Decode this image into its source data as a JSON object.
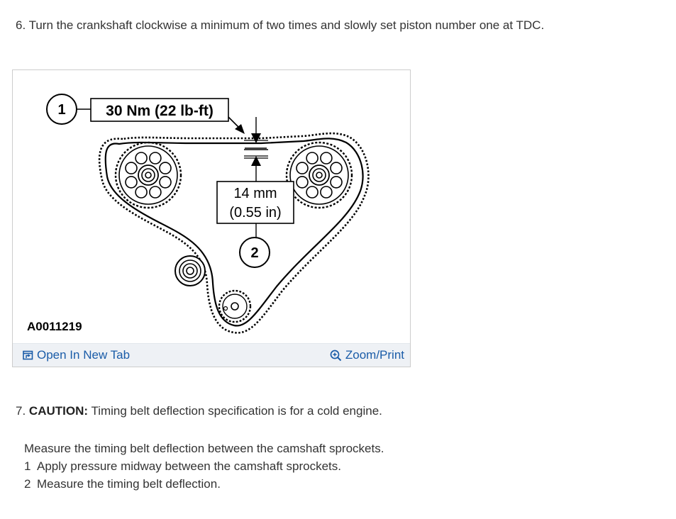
{
  "step6": {
    "text": "6. Turn the crankshaft clockwise a minimum of two times and slowly set piston number one at TDC."
  },
  "figure": {
    "callout_1_number": "1",
    "callout_1_text": "30 Nm (22 lb-ft)",
    "deflection_line1": "14 mm",
    "deflection_line2": "(0.55 in)",
    "callout_2_number": "2",
    "figure_id": "A0011219",
    "open_new_tab_label": "Open In New Tab",
    "zoom_print_label": "Zoom/Print",
    "icons": {
      "open_new_tab": "open-new-tab-icon",
      "zoom": "zoom-in-icon"
    },
    "link_color": "#1a5ca8"
  },
  "step7": {
    "number": "7.",
    "caution_label": "CAUTION:",
    "caution_text": " Timing belt deflection specification is for a cold engine.",
    "intro": "Measure the timing belt deflection between the camshaft sprockets.",
    "substeps": [
      {
        "num": "1",
        "text": "Apply pressure midway between the camshaft sprockets."
      },
      {
        "num": "2",
        "text": "Measure the timing belt deflection."
      }
    ]
  }
}
